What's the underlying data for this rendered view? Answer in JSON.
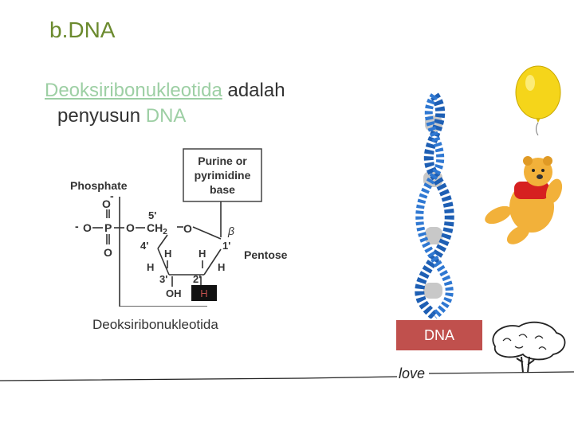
{
  "slide": {
    "title": "b.DNA",
    "para_link1": "Deoksiribonukleotida",
    "para_text1": " adalah",
    "para_text2": "penyusun ",
    "para_link2": "DNA"
  },
  "structure": {
    "phosphate": "Phosphate",
    "base_line1": "Purine  or",
    "base_line2": "pyrimidine",
    "base_line3": "base",
    "pentose": "Pentose",
    "c5": "5'",
    "c4": "4'",
    "c3": "3'",
    "c2": "2'",
    "c1": "1'",
    "o_ring": "O",
    "ch2": "CH",
    "ch2_sub": "2",
    "h": "H",
    "oh": "OH",
    "beta": "β",
    "p": "P",
    "o": "O",
    "highlight_h": "H",
    "caption": "Deoksiribonukleotida"
  },
  "dna_label": "DNA",
  "decor": {
    "love_text": "love"
  },
  "colors": {
    "title": "#6b8a2e",
    "link": "#9dcfa4",
    "dna_box": "#c0504d",
    "helix_blue": "#1e5fb4",
    "helix_grey": "#c8c8c8",
    "balloon": "#f5d51a",
    "pooh_body": "#f2b13a",
    "pooh_shirt": "#d62020"
  }
}
